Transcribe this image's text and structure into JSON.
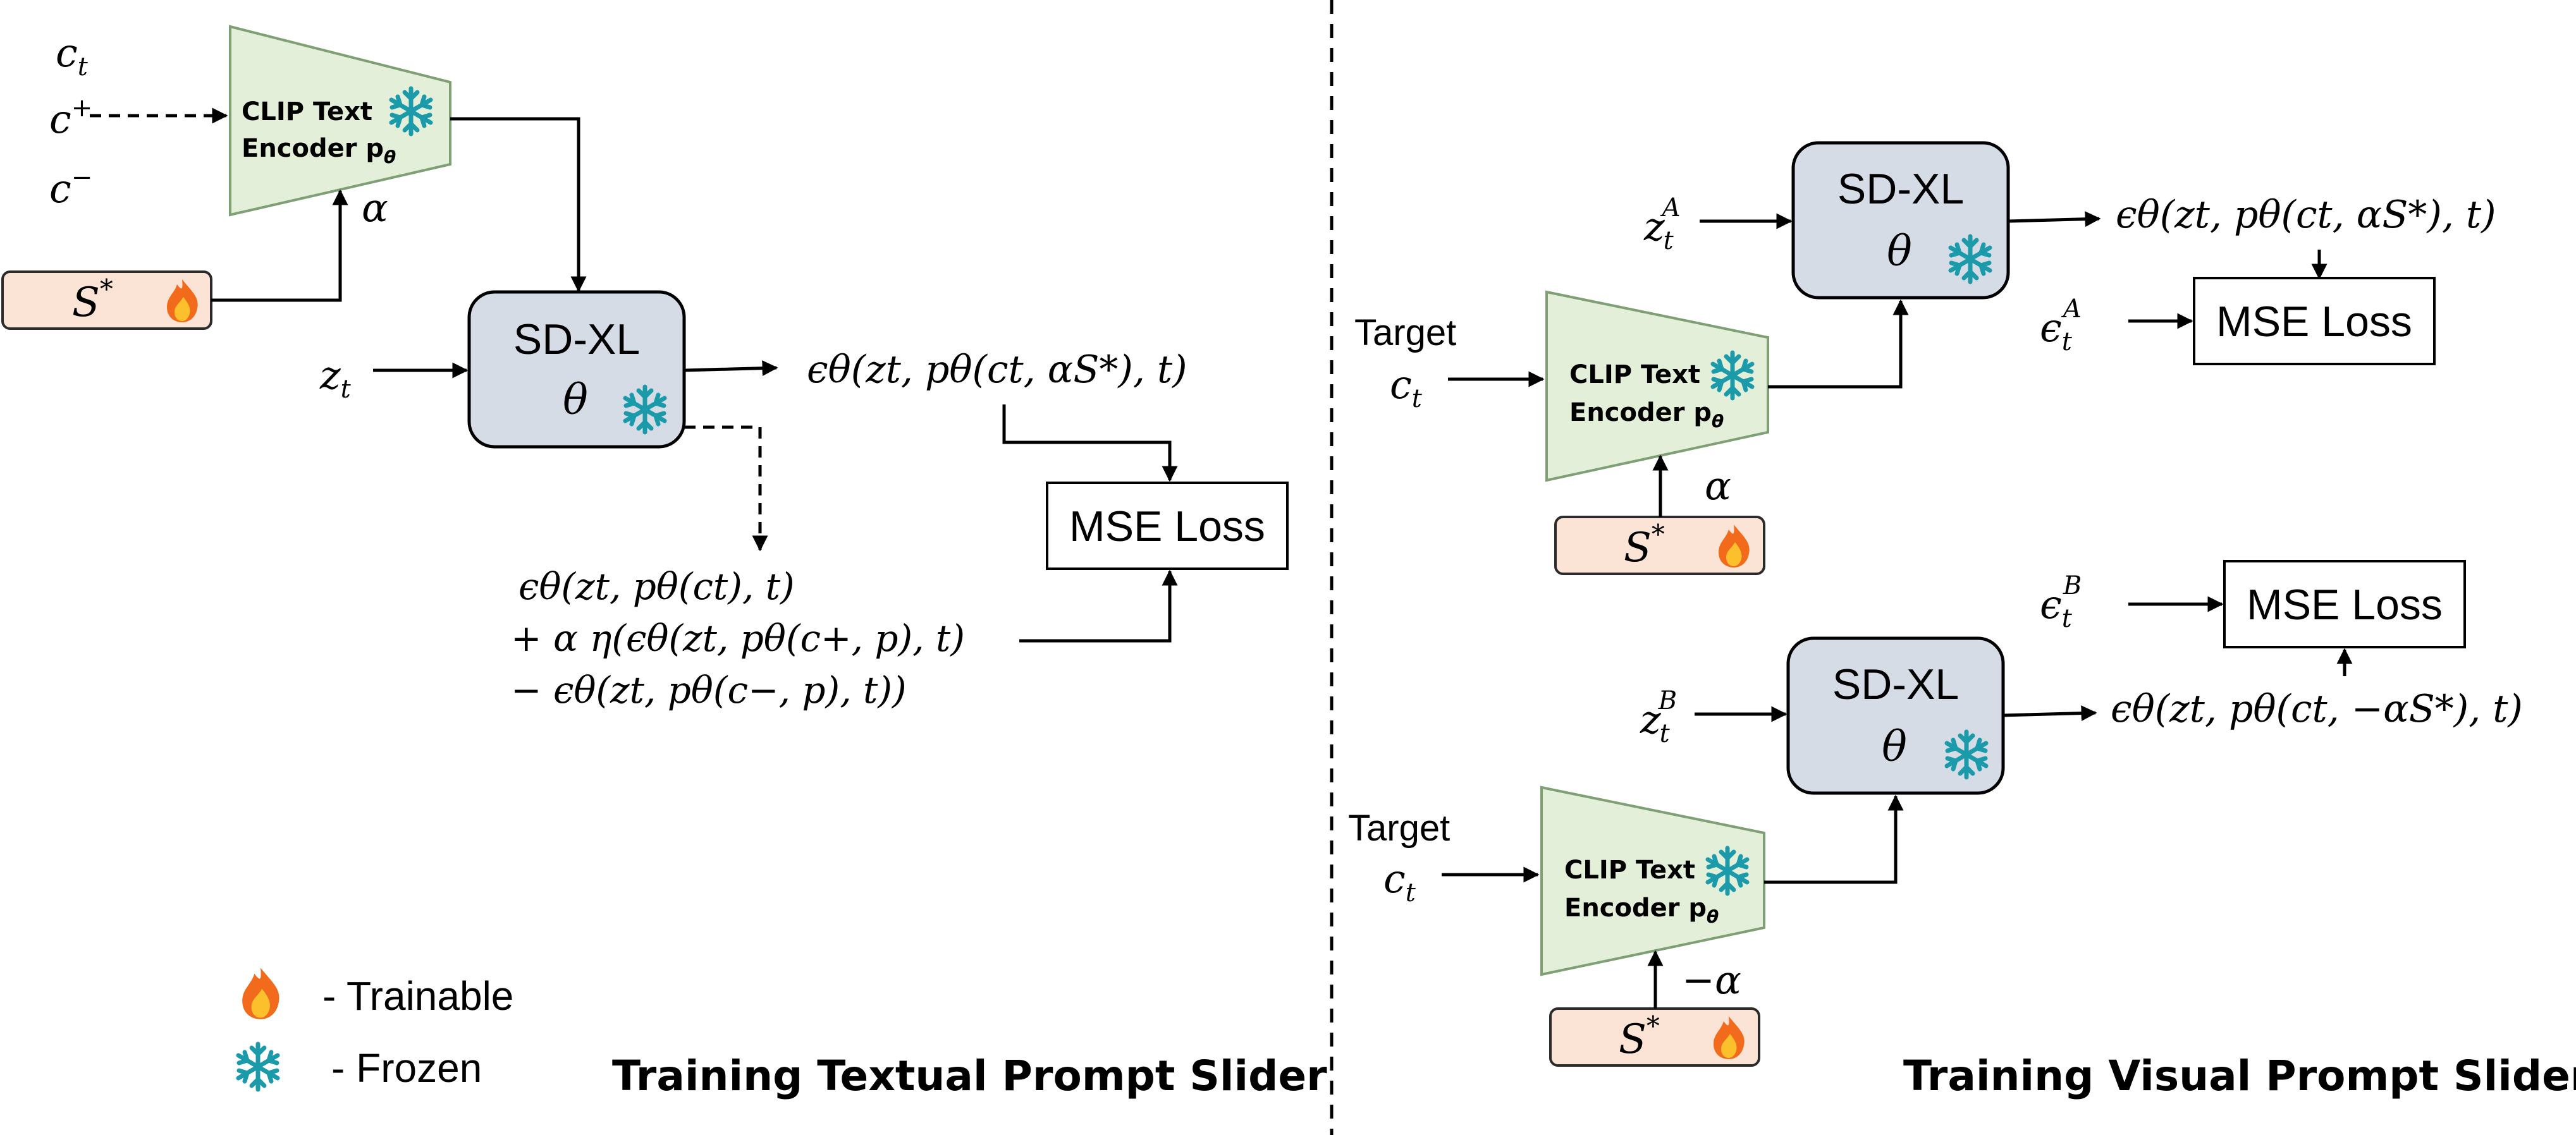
{
  "left_panel": {
    "caption": "Training Textual Prompt Slider",
    "inputs": {
      "ct": "c",
      "ct_sub": "t",
      "cplus": "c",
      "cplus_sup": "+",
      "cminus": "c",
      "cminus_sup": "−"
    },
    "encoder": {
      "line1": "CLIP Text",
      "line2": "Encoder p",
      "line2_sub": "θ"
    },
    "alpha": "α",
    "slider_token": {
      "text": "S",
      "sup": "*"
    },
    "zt": {
      "text": "z",
      "sub": "t"
    },
    "model": {
      "name": "SD-XL",
      "param": "θ"
    },
    "output_eq": "ϵθ(zt, pθ(ct, αS*), t)",
    "target_eq": {
      "line1": "ϵθ(zt, pθ(ct), t)",
      "line2": "+ α η(ϵθ(zt, pθ(c+, p), t)",
      "line3": "− ϵθ(zt, pθ(c−, p), t))"
    },
    "loss": "MSE Loss"
  },
  "legend": {
    "trainable": "- Trainable",
    "frozen": "- Frozen"
  },
  "right_panel": {
    "caption": "Training Visual Prompt Slider",
    "top": {
      "z": {
        "text": "z",
        "sub": "t",
        "sup": "A"
      },
      "target_label": "Target",
      "ct": {
        "text": "c",
        "sub": "t"
      },
      "encoder": {
        "line1": "CLIP Text",
        "line2": "Encoder p",
        "line2_sub": "θ"
      },
      "alpha": "α",
      "slider_token": {
        "text": "S",
        "sup": "*"
      },
      "model": {
        "name": "SD-XL",
        "param": "θ"
      },
      "output_eq": "ϵθ(zt, pθ(ct, αS*), t)",
      "eps": {
        "text": "ϵ",
        "sub": "t",
        "sup": "A"
      },
      "loss": "MSE Loss"
    },
    "bottom": {
      "z": {
        "text": "z",
        "sub": "t",
        "sup": "B"
      },
      "target_label": "Target",
      "ct": {
        "text": "c",
        "sub": "t"
      },
      "encoder": {
        "line1": "CLIP Text",
        "line2": "Encoder p",
        "line2_sub": "θ"
      },
      "alpha": "−α",
      "slider_token": {
        "text": "S",
        "sup": "*"
      },
      "model": {
        "name": "SD-XL",
        "param": "θ"
      },
      "output_eq": "ϵθ(zt, pθ(ct, −αS*), t)",
      "eps": {
        "text": "ϵ",
        "sub": "t",
        "sup": "B"
      },
      "loss": "MSE Loss"
    }
  },
  "colors": {
    "encoder_fill": "#e3efd9",
    "encoder_stroke": "#7f9f74",
    "model_fill": "#d6dce5",
    "token_fill": "#fbe3d6",
    "snowflake": "#1b9aaa",
    "flame_outer": "#f26b1d",
    "flame_inner": "#fcc02c"
  },
  "icons": {
    "trainable": "flame-icon",
    "frozen": "snowflake-icon"
  }
}
